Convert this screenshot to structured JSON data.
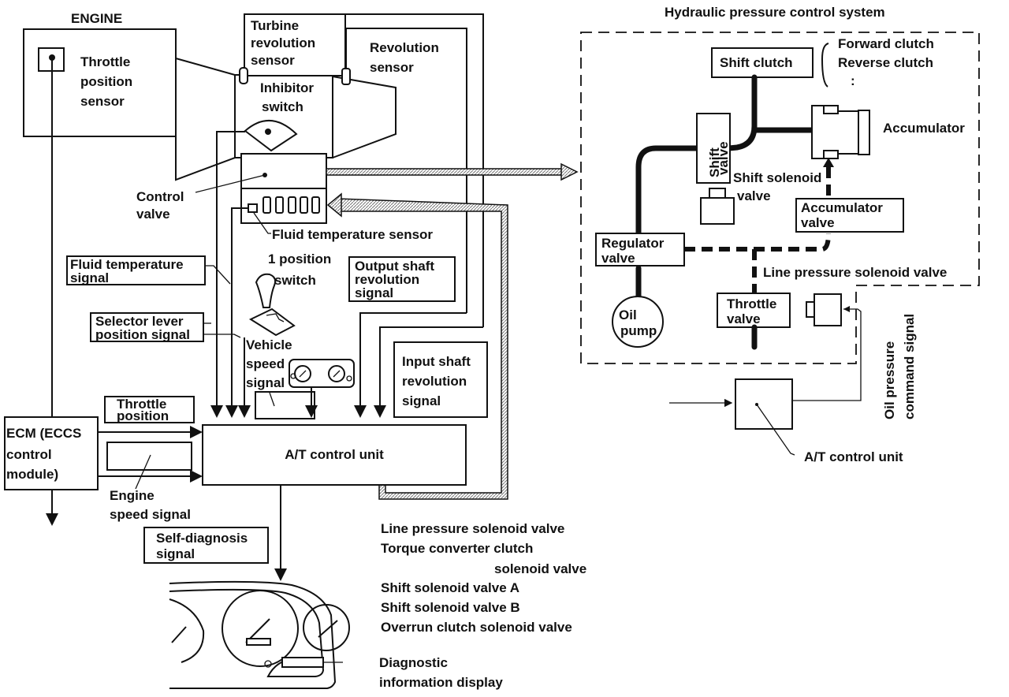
{
  "title": "Hydraulic pressure control system",
  "left": {
    "engine_label": "ENGINE",
    "throttle_sensor": [
      "Throttle",
      "position",
      "sensor"
    ],
    "turbine_sensor": [
      "Turbine",
      "revolution",
      "sensor"
    ],
    "revolution_sensor": [
      "Revolution",
      "sensor"
    ],
    "inhibitor_switch": [
      "Inhibitor",
      "switch"
    ],
    "control_valve": [
      "Control",
      "valve"
    ],
    "fluid_temp_sensor": "Fluid temperature sensor",
    "one_position_switch": [
      "1 position",
      "switch"
    ],
    "fluid_temp_signal": [
      "Fluid temperature",
      "signal"
    ],
    "output_shaft_signal": [
      "Output shaft",
      "revolution",
      "signal"
    ],
    "selector_signal": [
      "Selector lever",
      "position signal"
    ],
    "vehicle_speed_signal": [
      "Vehicle",
      "speed",
      "signal"
    ],
    "input_shaft_signal": [
      "Input shaft",
      "revolution",
      "signal"
    ],
    "throttle_position": [
      "Throttle",
      "position"
    ],
    "ecm": [
      "ECM (ECCS",
      "control",
      "module)"
    ],
    "at_control_unit": "A/T control unit",
    "engine_speed_signal": [
      "Engine",
      "speed signal"
    ],
    "self_diagnosis_signal": [
      "Self-diagnosis",
      "signal"
    ],
    "outputs": [
      "Line pressure solenoid valve",
      "Torque converter clutch",
      "solenoid valve",
      "Shift solenoid valve A",
      "Shift solenoid valve B",
      "Overrun clutch solenoid valve"
    ],
    "diagnostic_display": [
      "Diagnostic",
      "information display"
    ]
  },
  "right": {
    "shift_clutch": "Shift clutch",
    "clutch_list": [
      "Forward clutch",
      "Reverse clutch",
      ":"
    ],
    "shift_valve": [
      "Shift",
      "valve"
    ],
    "accumulator": "Accumulator",
    "shift_solenoid_valve": [
      "Shift solenoid",
      "valve"
    ],
    "accumulator_valve": [
      "Accumulator",
      "valve"
    ],
    "regulator_valve": [
      "Regulator",
      "valve"
    ],
    "line_pressure_solenoid_valve": "Line pressure solenoid valve",
    "throttle_valve": [
      "Throttle",
      "valve"
    ],
    "oil_pump": [
      "Oil",
      "pump"
    ],
    "oil_pressure_command_signal": [
      "Oil pressure",
      "command signal"
    ],
    "at_control_unit": "A/T control unit"
  }
}
